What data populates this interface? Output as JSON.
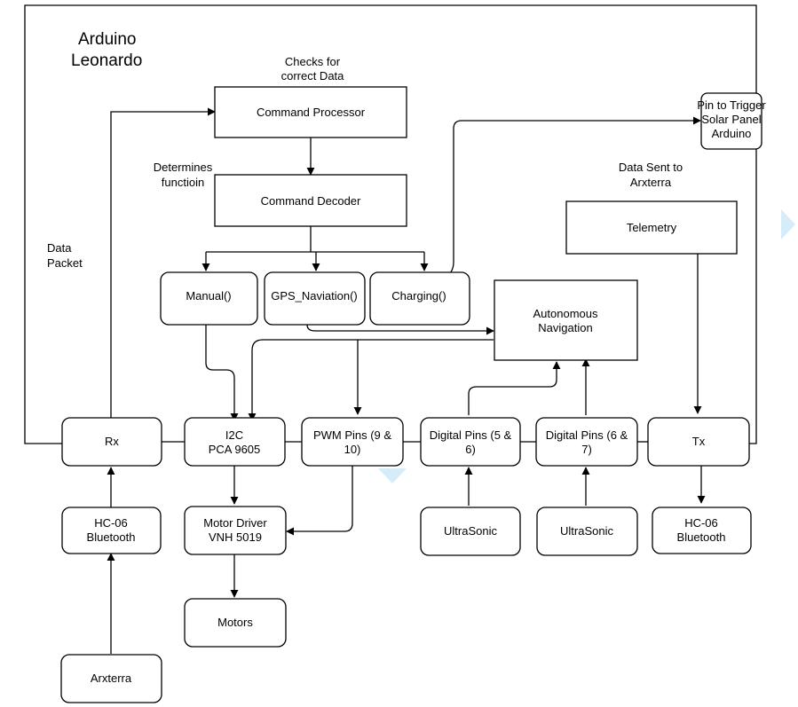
{
  "frame": {
    "title_line1": "Arduino",
    "title_line2": "Leonardo"
  },
  "annotations": {
    "checks_line1": "Checks for",
    "checks_line2": "correct Data",
    "determines_line1": "Determines",
    "determines_line2": "functioin",
    "data_packet_line1": "Data",
    "data_packet_line2": "Packet",
    "data_sent_line1": "Data Sent to",
    "data_sent_line2": "Arxterra"
  },
  "nodes": {
    "command_processor": "Command Processor",
    "command_decoder": "Command Decoder",
    "solar_trigger_line1": "Pin to Trigger",
    "solar_trigger_line2": "Solar Panel",
    "solar_trigger_line3": "Arduino",
    "telemetry": "Telemetry",
    "manual": "Manual()",
    "gps_navigation": "GPS_Naviation()",
    "charging": "Charging()",
    "autonomous_line1": "Autonomous",
    "autonomous_line2": "Navigation",
    "rx": "Rx",
    "i2c_line1": "I2C",
    "i2c_line2": "PCA 9605",
    "pwm_line1": "PWM Pins (9 &",
    "pwm_line2": "10)",
    "digital56_line1": "Digital Pins (5 &",
    "digital56_line2": "6)",
    "digital67_line1": "Digital Pins (6 &",
    "digital67_line2": "7)",
    "tx": "Tx",
    "hc06_rx_line1": "HC-06",
    "hc06_rx_line2": "Bluetooth",
    "motor_driver_line1": "Motor Driver",
    "motor_driver_line2": "VNH 5019",
    "ultrasonic_1": "UltraSonic",
    "ultrasonic_2": "UltraSonic",
    "hc06_tx_line1": "HC-06",
    "hc06_tx_line2": "Bluetooth",
    "motors": "Motors",
    "arxterra": "Arxterra"
  },
  "colors": {
    "stroke": "#000000",
    "background": "#ffffff",
    "decoration": "#d6ecf8"
  }
}
